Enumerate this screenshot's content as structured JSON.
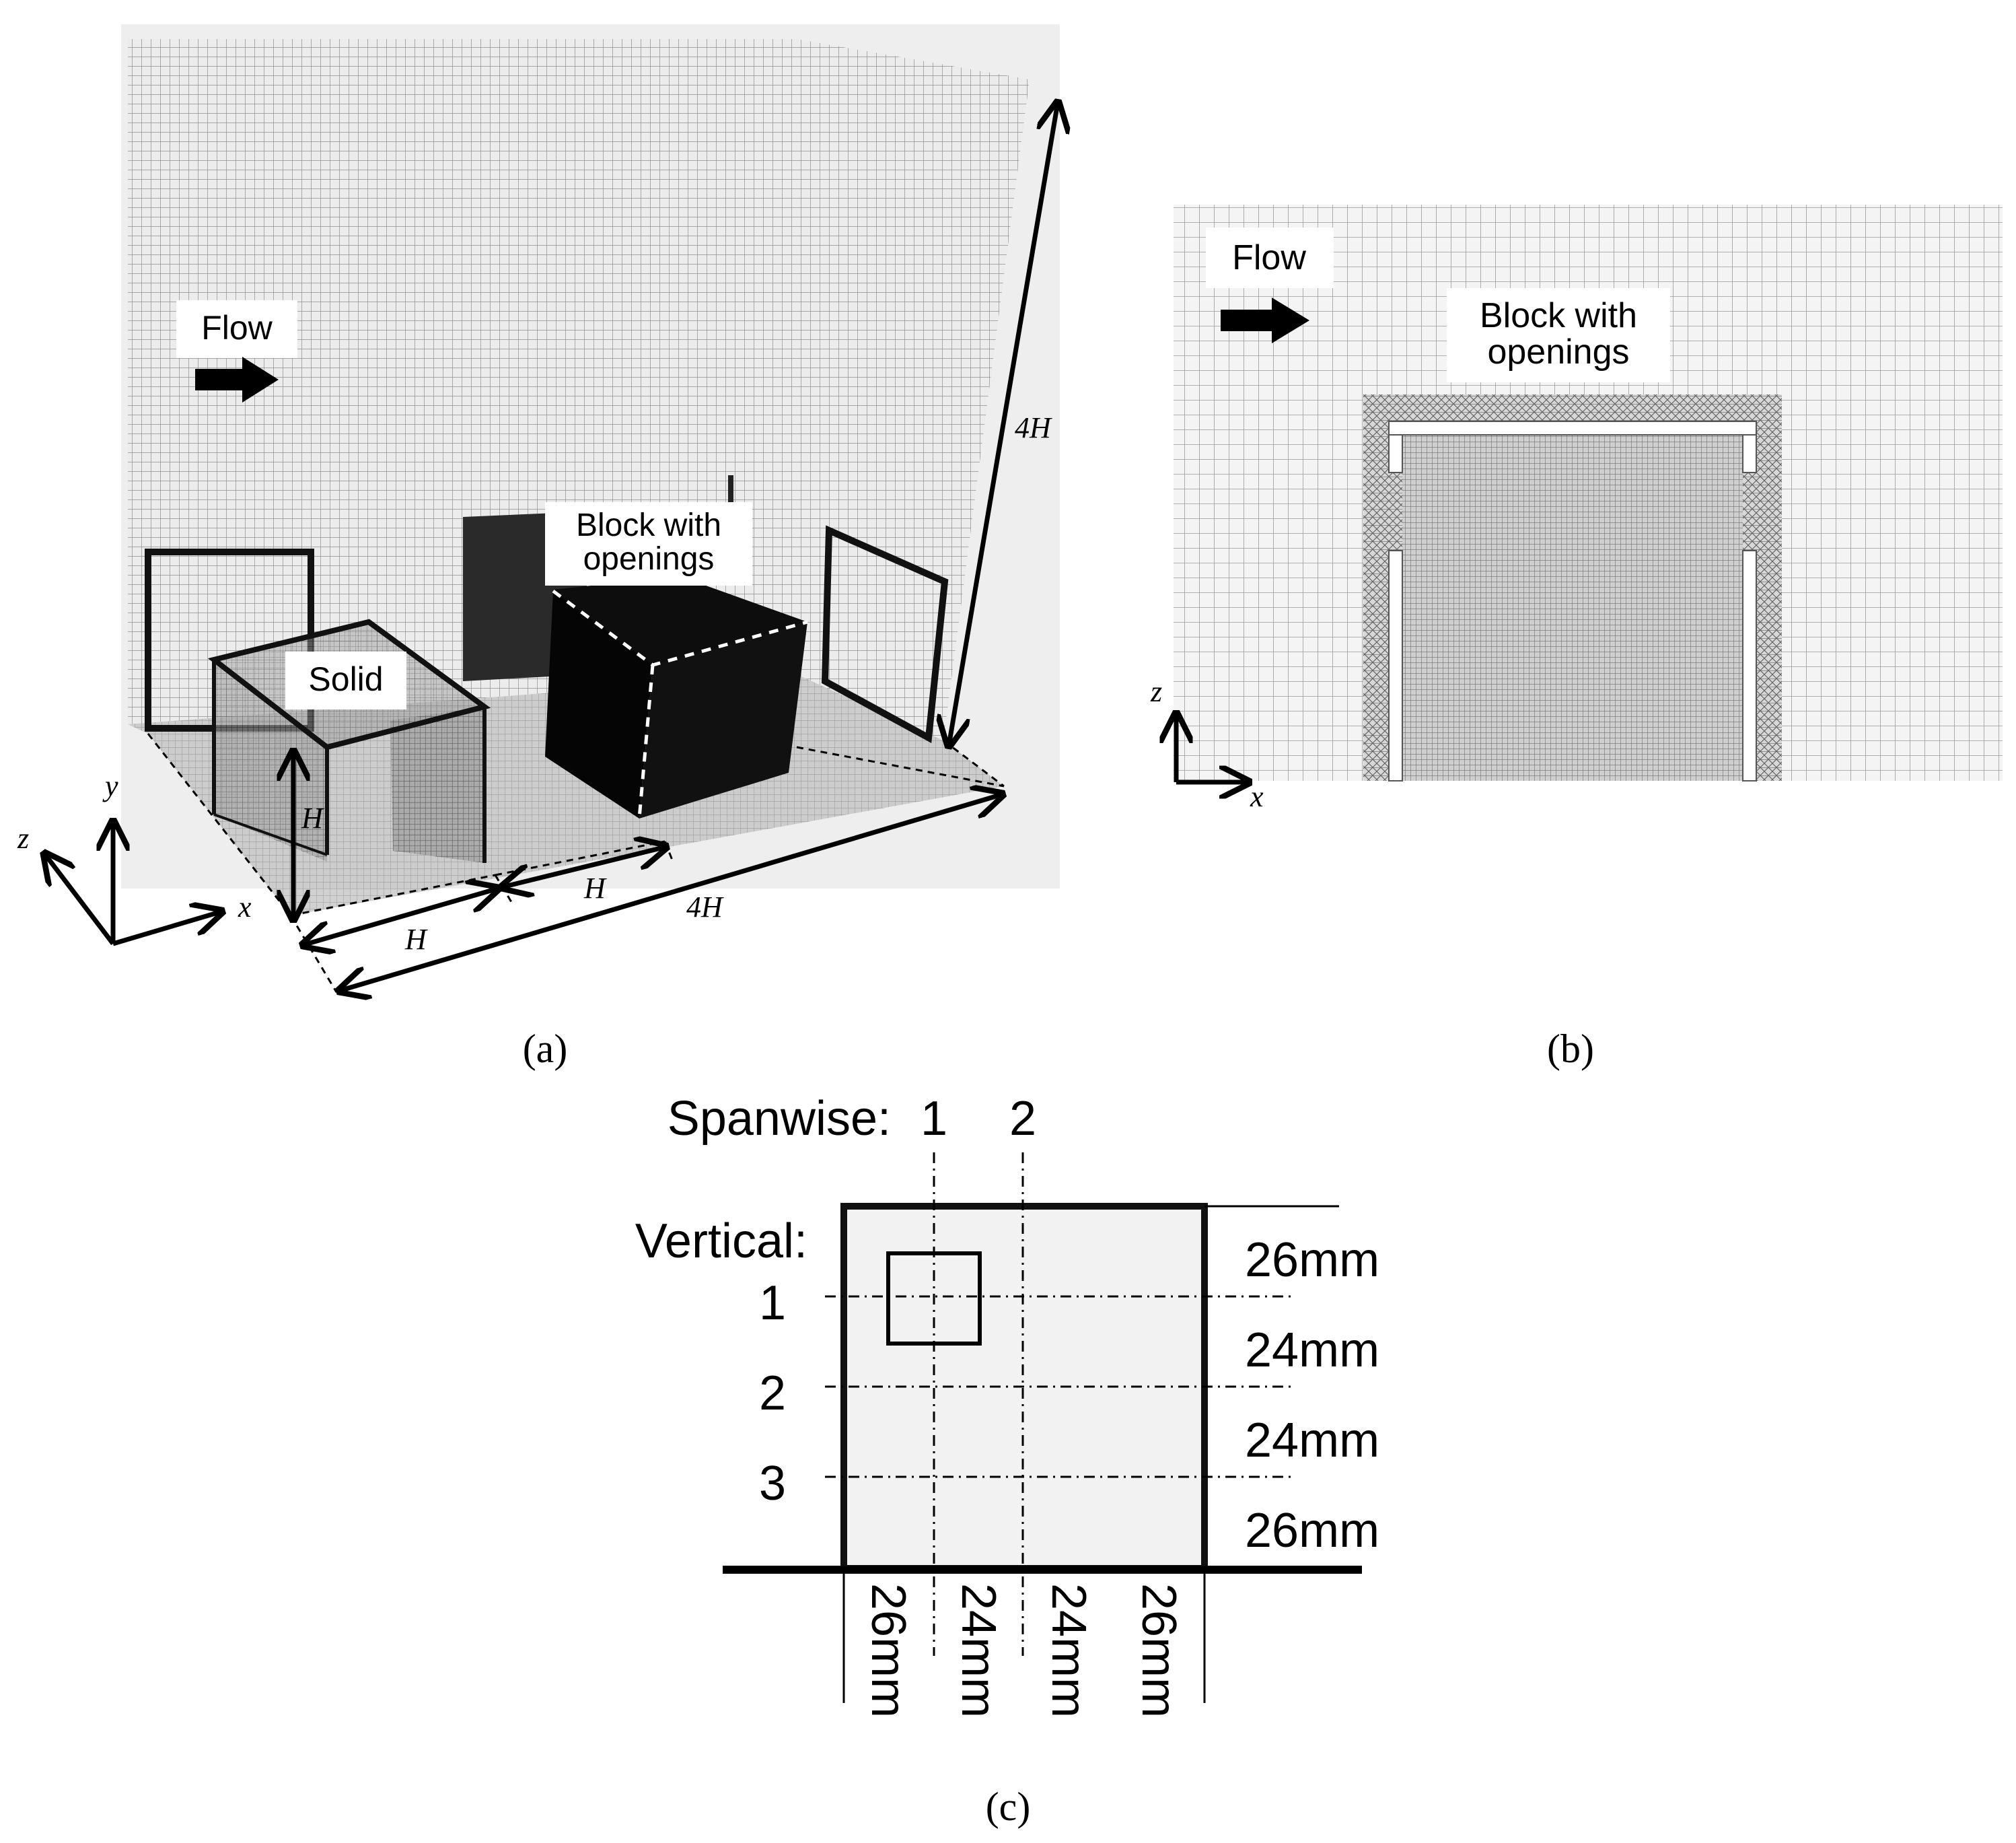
{
  "panel_a": {
    "flow_label": "Flow",
    "solid_label": "Solid",
    "block_label_line1": "Block with",
    "block_label_line2": "openings",
    "dim_4H_vertical": "4H",
    "dim_4H_horizontal": "4H",
    "dim_H_height": "H",
    "dim_H_width": "H",
    "dim_H_gap": "H",
    "axis_x": "x",
    "axis_y": "y",
    "axis_z": "z",
    "caption": "(a)"
  },
  "panel_b": {
    "flow_label": "Flow",
    "block_label_line1": "Block with",
    "block_label_line2": "openings",
    "axis_x": "x",
    "axis_z": "z",
    "caption": "(b)"
  },
  "panel_c": {
    "spanwise_label": "Spanwise:",
    "spanwise_1": "1",
    "spanwise_2": "2",
    "vertical_label": "Vertical:",
    "vertical_1": "1",
    "vertical_2": "2",
    "vertical_3": "3",
    "right_dims": [
      "26mm",
      "24mm",
      "24mm",
      "26mm"
    ],
    "bottom_dims": [
      "26mm",
      "24mm",
      "24mm",
      "26mm"
    ],
    "caption": "(c)"
  },
  "colors": {
    "mesh_background": "#ebebeb",
    "mesh_line": "#8a8a8a",
    "block_dark": "#0a0a0a",
    "panel_c_fill": "#f2f2f2",
    "ink": "#000000"
  }
}
